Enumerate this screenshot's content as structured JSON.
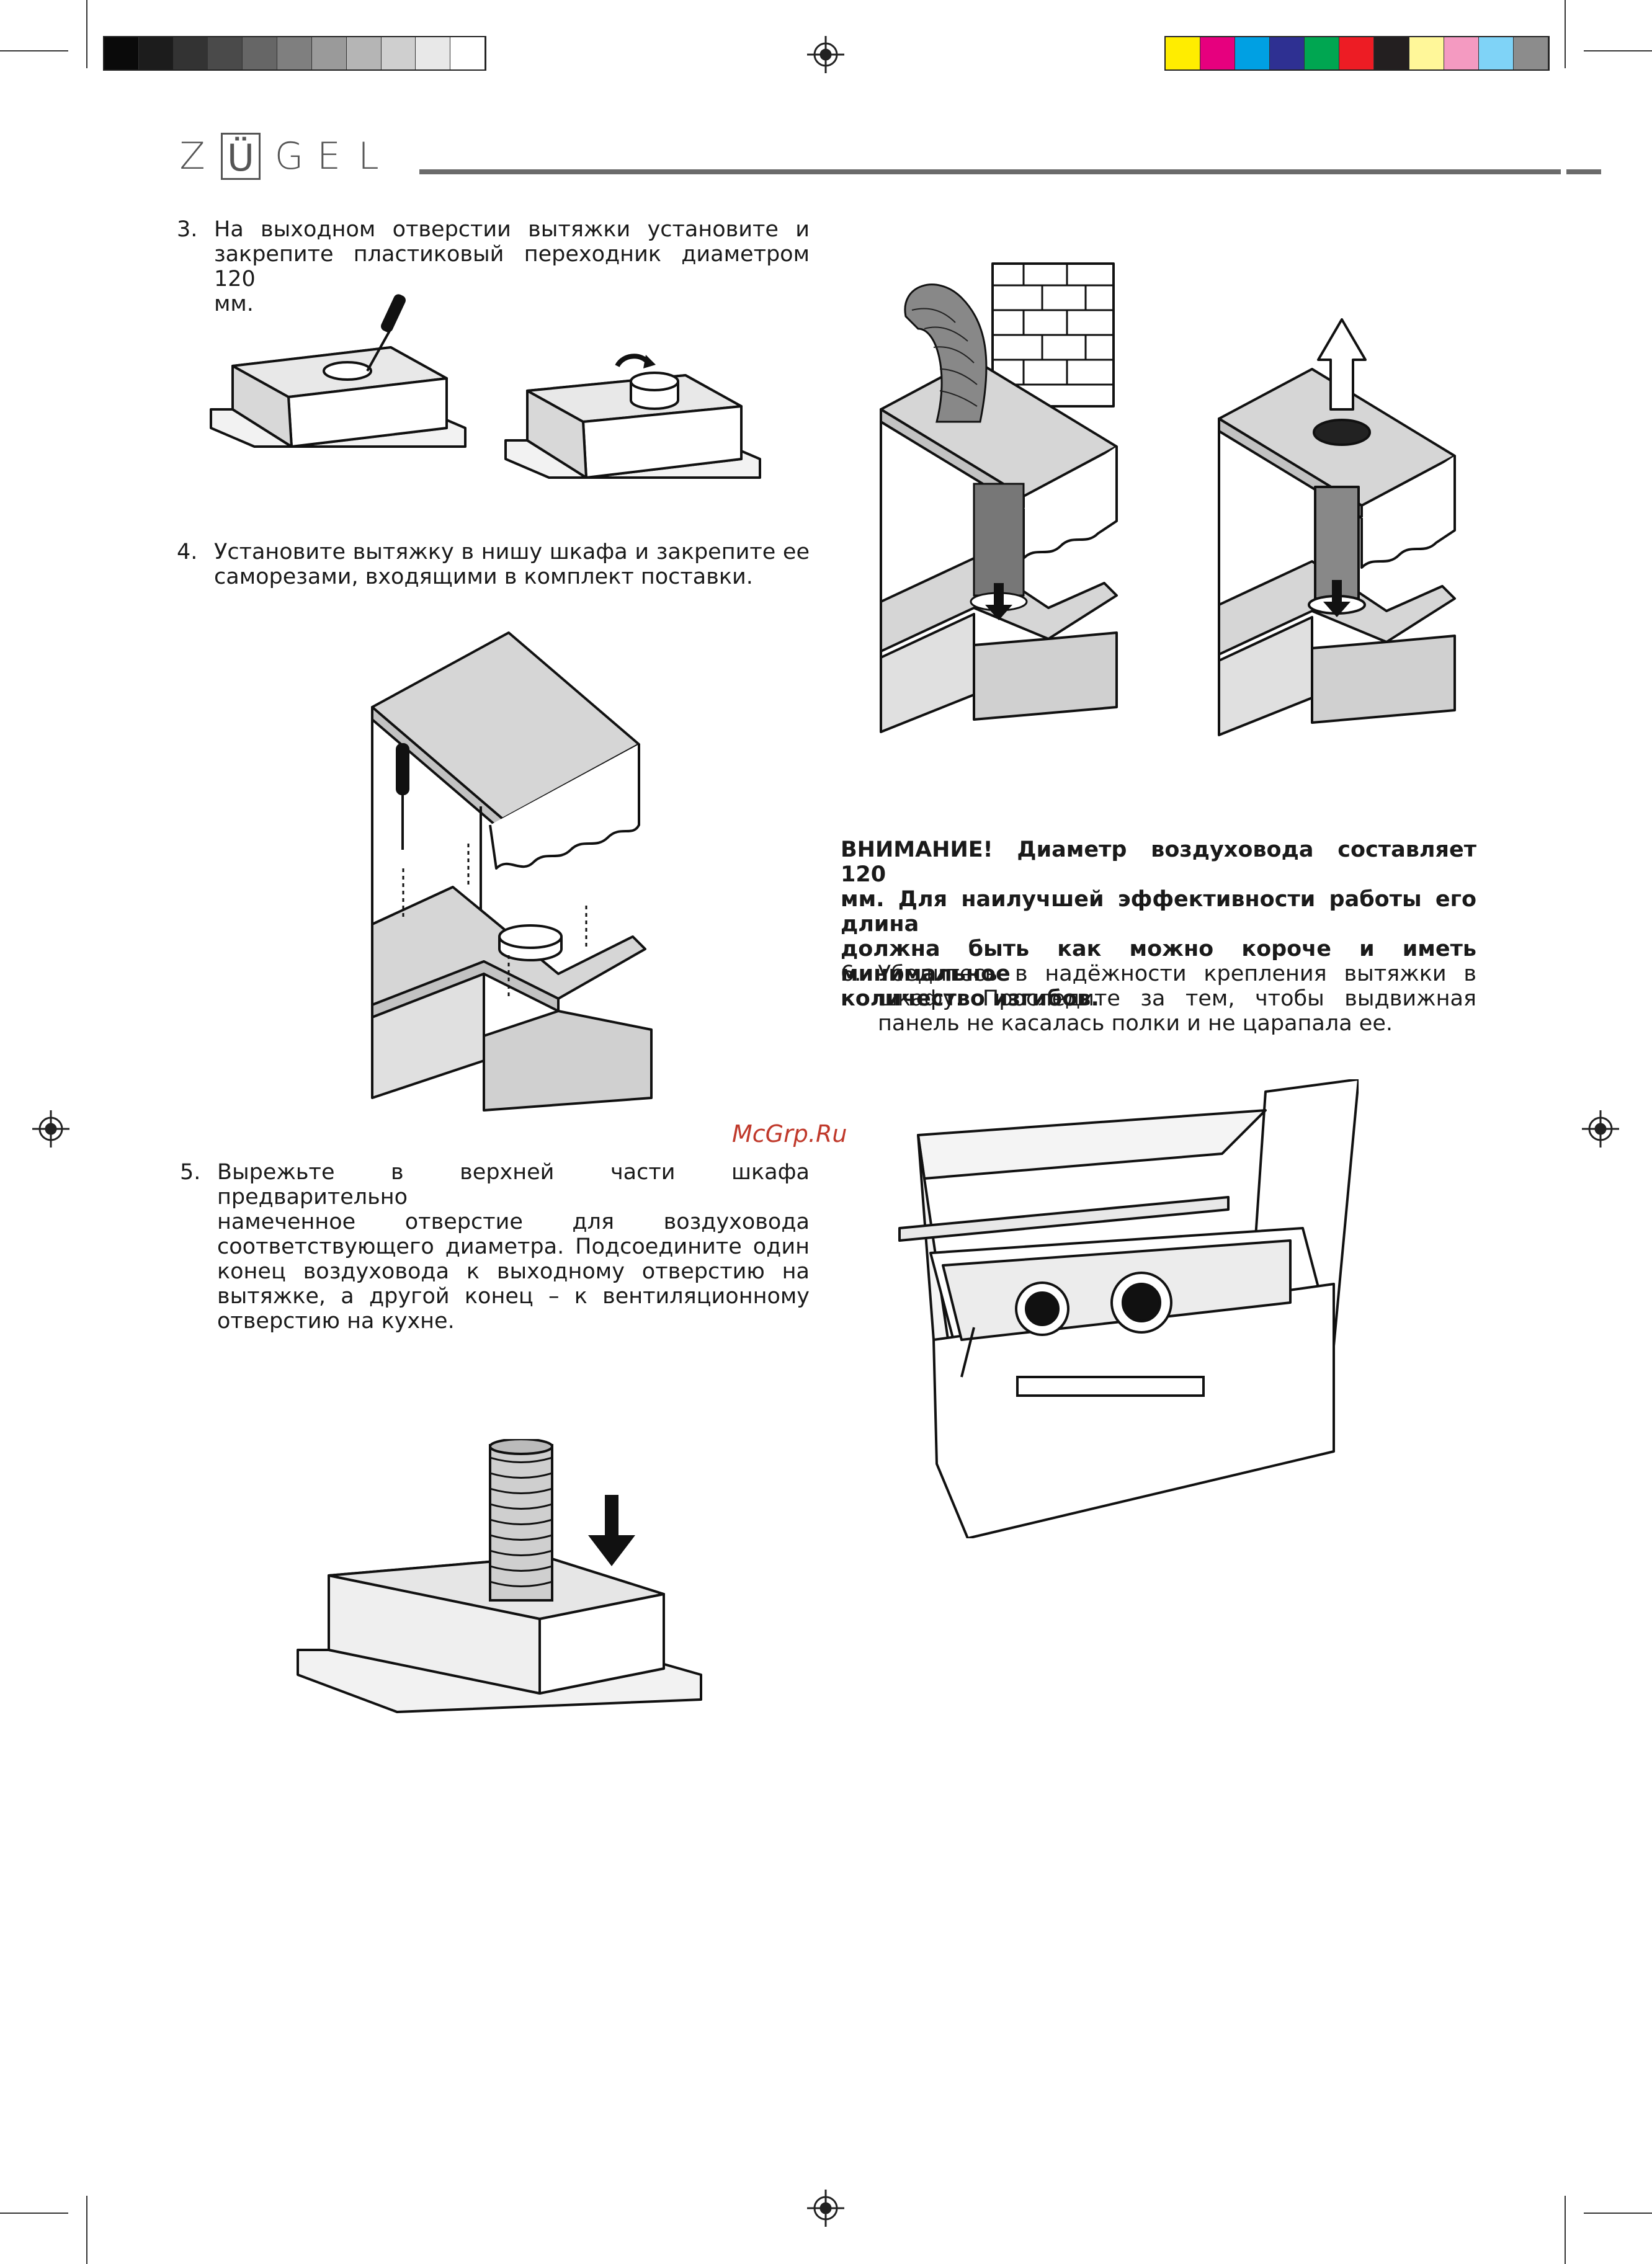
{
  "color_bars": {
    "gray": [
      "#0a0a0a",
      "#1c1c1c",
      "#333333",
      "#4a4a4a",
      "#666666",
      "#7f7f7f",
      "#9a9a9a",
      "#b5b5b5",
      "#cfcfcf",
      "#e8e8e8",
      "#ffffff"
    ],
    "color": [
      "#ffed00",
      "#e6007e",
      "#00a0e3",
      "#2e3092",
      "#00a651",
      "#ed1c24",
      "#231f20",
      "#fff799",
      "#f49ac1",
      "#7fd3f7",
      "#8c8c8c"
    ]
  },
  "brand": {
    "letters": [
      "Z",
      "Ü",
      "G",
      "E",
      "L"
    ]
  },
  "steps": [
    {
      "num": "3.",
      "lines": [
        "На выходном отверстии вытяжки установите и",
        "закрепите пластиковый переходник диаметром 120",
        "мм."
      ]
    },
    {
      "num": "4.",
      "lines": [
        "Установите вытяжку в нишу шкафа и закрепите ее",
        "саморезами, входящими в комплект поставки."
      ]
    },
    {
      "num": "5.",
      "lines": [
        "Вырежьте в верхней части шкафа предварительно",
        "намеченное отверстие для воздуховода",
        "соответствующего диаметра. Подсоедините один",
        "конец воздуховода к выходному отверстию на",
        "вытяжке, а другой конец – к вентиляционному",
        "отверстию на кухне."
      ]
    },
    {
      "num": "6.",
      "lines": [
        "Убедитесь в надёжности крепления вытяжки в",
        "шкафу. Проследите за тем, чтобы выдвижная",
        "панель не касалась полки и не царапала ее."
      ]
    }
  ],
  "warning": {
    "lines": [
      "ВНИМАНИЕ! Диаметр воздуховода составляет 120",
      "мм. Для наилучшей эффективности работы его длина",
      "должна быть как можно короче и иметь минимальное",
      "количество изгибов."
    ]
  },
  "watermark": "McGrp.Ru"
}
